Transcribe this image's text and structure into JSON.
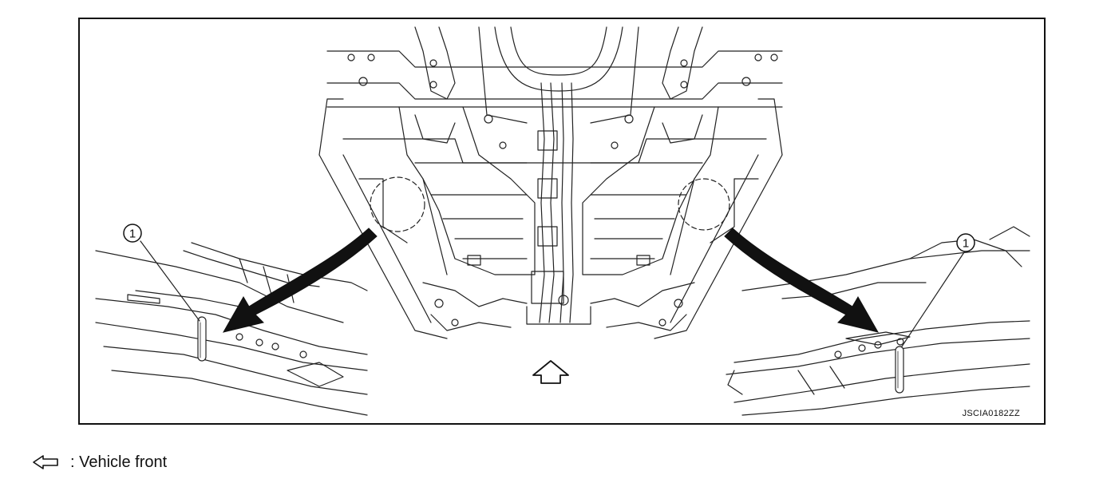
{
  "figure": {
    "code": "JSCIA0182ZZ",
    "callouts": [
      {
        "number": "1"
      },
      {
        "number": "1"
      }
    ]
  },
  "legend": {
    "icon": "hollow-arrow-left-icon",
    "text": ": Vehicle front"
  }
}
